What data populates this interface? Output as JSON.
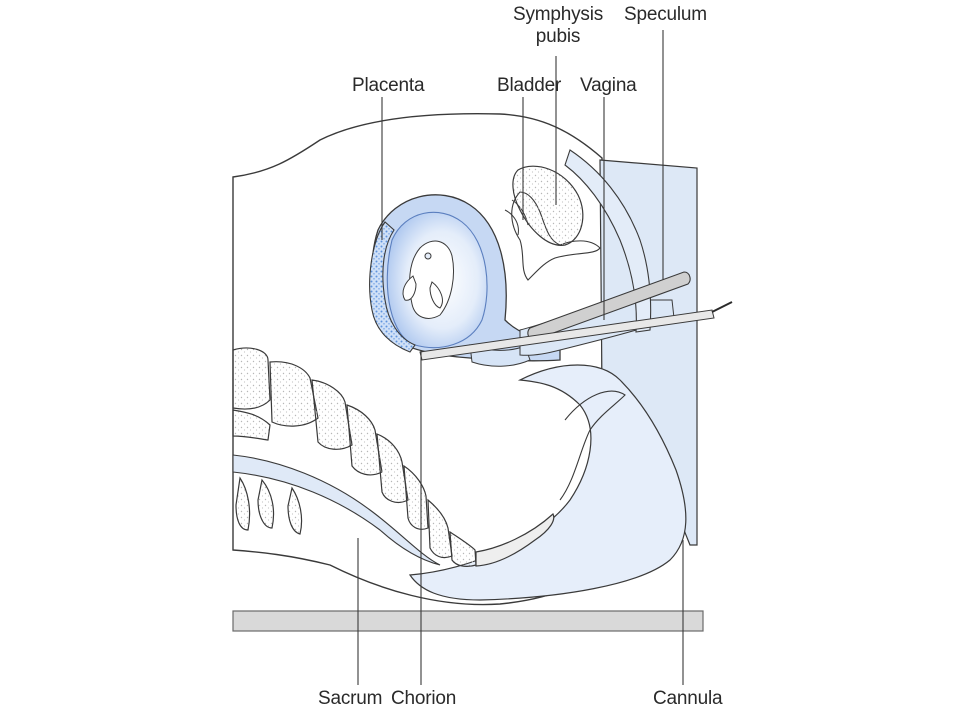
{
  "labels": {
    "symphysis_line1": "Symphysis",
    "symphysis_line2": "pubis",
    "speculum": "Speculum",
    "placenta": "Placenta",
    "bladder": "Bladder",
    "vagina": "Vagina",
    "sacrum": "Sacrum",
    "chorion": "Chorion",
    "cannula": "Cannula"
  },
  "colors": {
    "outline": "#3a3a3a",
    "tissue_blue": "#dbe7f6",
    "amniotic_blue": "#b9cff0",
    "placenta_blue": "#9fc0ee",
    "bone_fill": "#eeeeee",
    "table_gray": "#d9d9d9"
  }
}
